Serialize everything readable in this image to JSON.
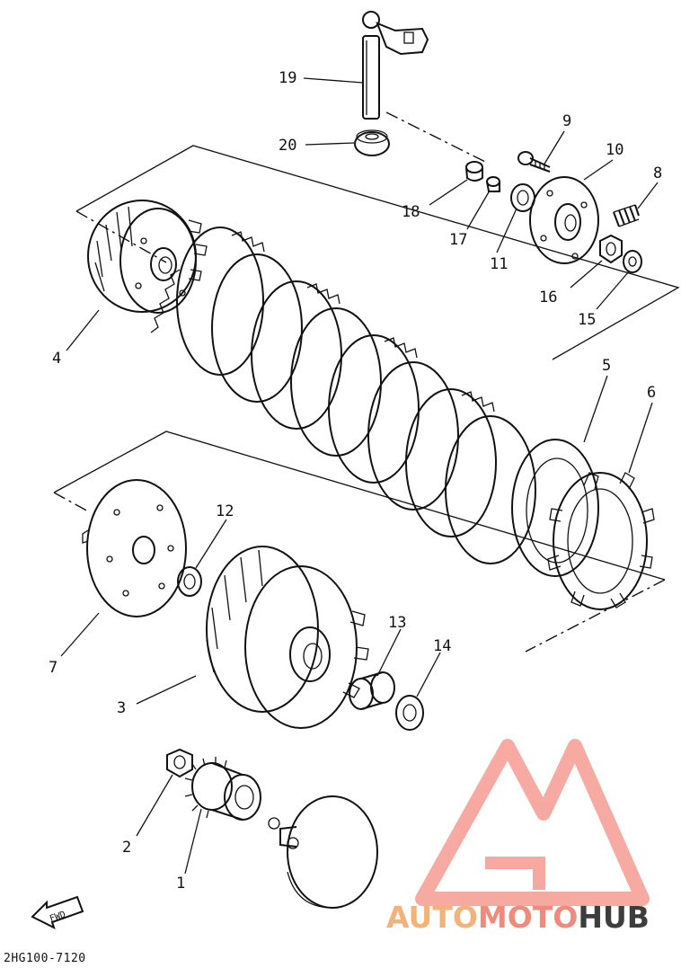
{
  "diagram": {
    "document_code": "2HG100-7120",
    "direction_marker": "FWD",
    "callouts": [
      "1",
      "2",
      "3",
      "4",
      "5",
      "6",
      "7",
      "8",
      "9",
      "10",
      "11",
      "12",
      "13",
      "14",
      "15",
      "16",
      "17",
      "18",
      "19",
      "20"
    ]
  },
  "watermark": {
    "text_a": "AUTO",
    "text_b": "MOTO",
    "text_c": "HUB",
    "colors": {
      "auto": "#f2b27a",
      "moto": "#f08a7c",
      "hub": "#3d3d3d",
      "logo": "#f59b90"
    }
  },
  "colors": {
    "ink": "#111111",
    "background": "#ffffff"
  }
}
